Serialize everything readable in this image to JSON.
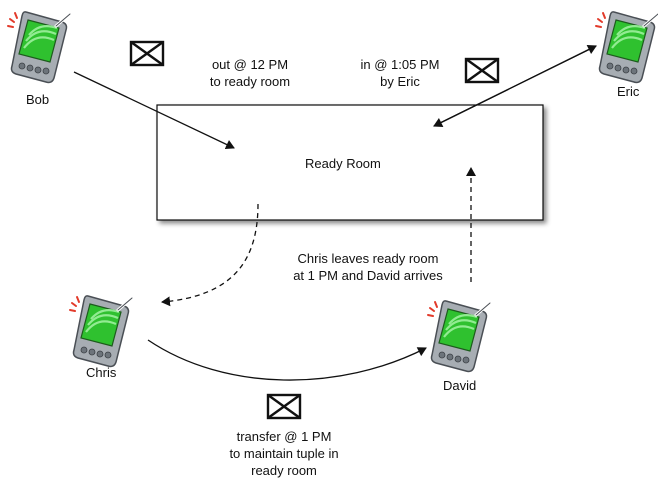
{
  "devices": {
    "bob": "Bob",
    "eric": "Eric",
    "chris": "Chris",
    "david": "David"
  },
  "room": {
    "label": "Ready Room"
  },
  "notes": {
    "bob_out": [
      "out @ 12 PM",
      "to ready room"
    ],
    "eric_in": [
      "in @ 1:05 PM",
      "by Eric"
    ],
    "handoff": [
      "Chris leaves ready room",
      "at 1 PM and David arrives"
    ],
    "transfer": [
      "transfer @ 1 PM",
      "to maintain tuple in",
      "ready room"
    ]
  },
  "icons": {
    "device": "pda-icon",
    "message": "envelope-icon"
  },
  "colors": {
    "device_body": "#9aa2aa",
    "device_screen": "#33cc33",
    "signal": "#e23a2a"
  }
}
